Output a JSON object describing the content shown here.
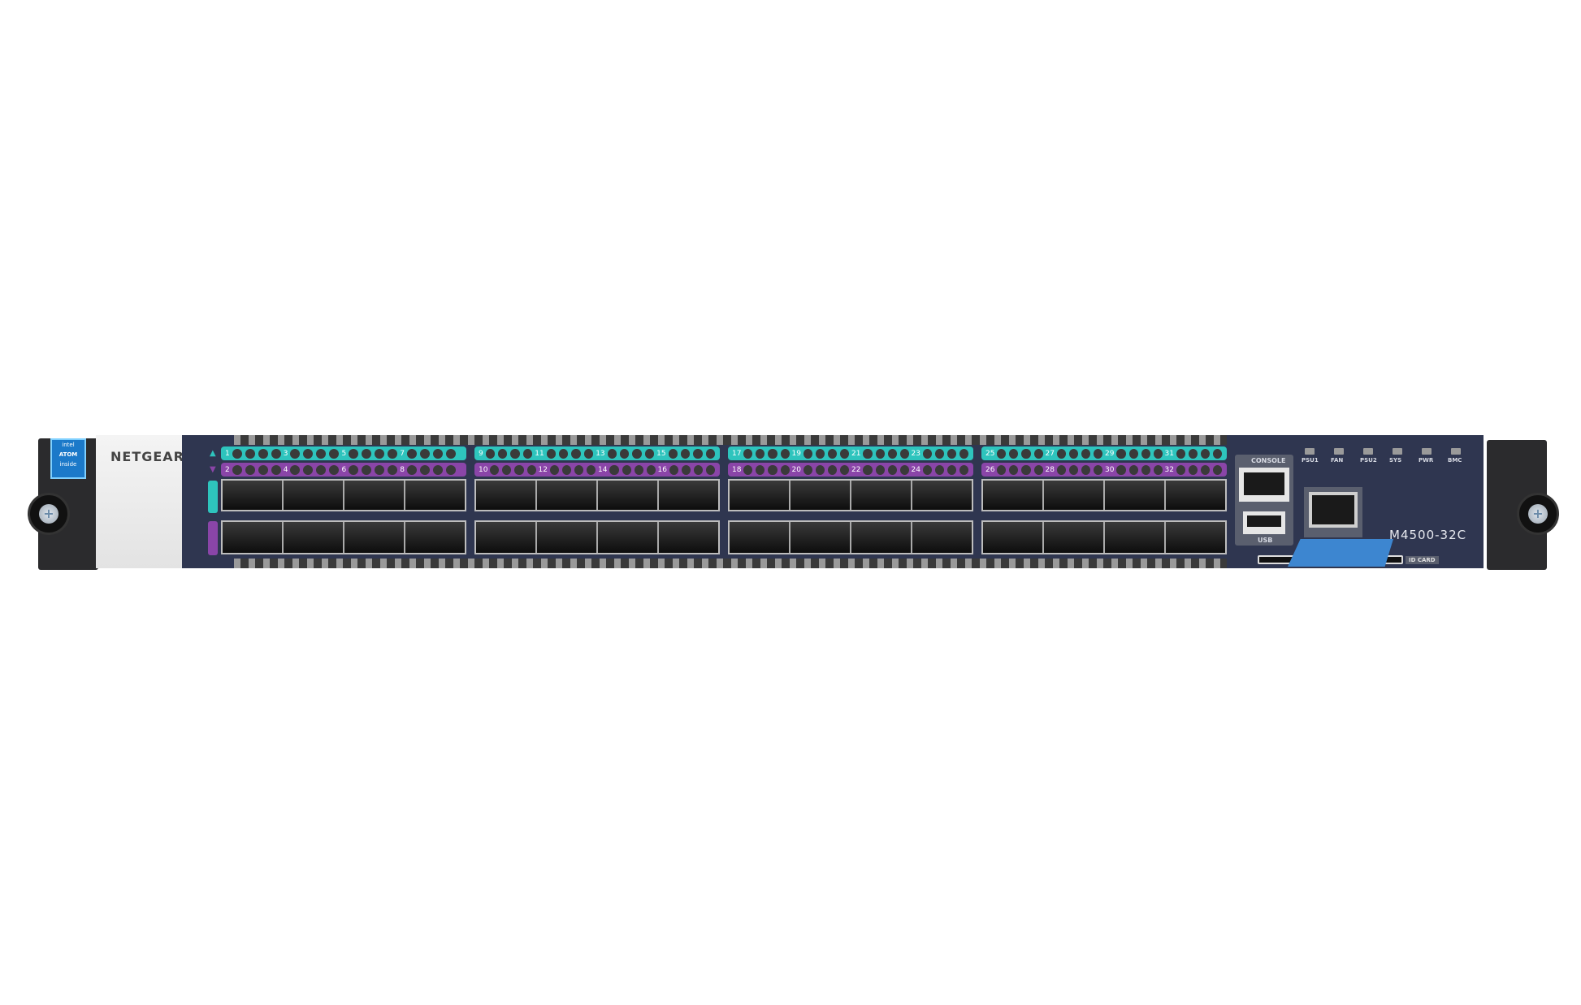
{
  "device": {
    "brand": "NETGEAR",
    "model": "M4500-32C",
    "cpu_badge": {
      "lines": [
        "intel",
        "ATOM",
        "inside"
      ]
    },
    "console_label": "CONSOLE",
    "usb_label": "USB",
    "id_card_label": "ID CARD",
    "status_leds": [
      "PSU1",
      "FAN",
      "PSU2",
      "SYS",
      "PWR",
      "BMC"
    ],
    "port_groups": [
      {
        "top": [
          "1",
          "3",
          "5",
          "7"
        ],
        "bottom": [
          "2",
          "4",
          "6",
          "8"
        ]
      },
      {
        "top": [
          "9",
          "11",
          "13",
          "15"
        ],
        "bottom": [
          "10",
          "12",
          "14",
          "16"
        ]
      },
      {
        "top": [
          "17",
          "19",
          "21",
          "23"
        ],
        "bottom": [
          "18",
          "20",
          "22",
          "24"
        ]
      },
      {
        "top": [
          "25",
          "27",
          "29",
          "31"
        ],
        "bottom": [
          "26",
          "28",
          "30",
          "32"
        ]
      }
    ],
    "colors": {
      "panel": "#2f3650",
      "teal": "#2ec4bd",
      "purple": "#8a45a8",
      "id_tab": "#3d86d0"
    }
  }
}
